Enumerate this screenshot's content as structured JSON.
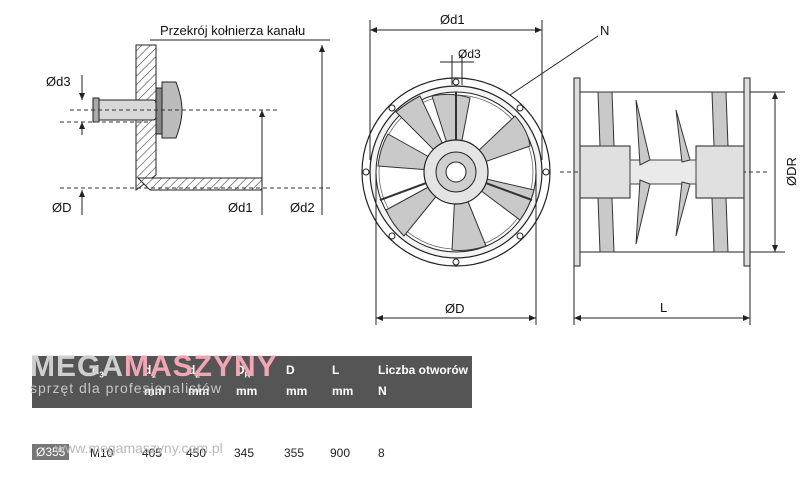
{
  "drawing": {
    "title_section": "Przekrój kołnierza kanału",
    "labels": {
      "d3_left": "Ød3",
      "D_left": "ØD",
      "d1_mid": "Ød1",
      "d2_mid": "Ød2",
      "d1_top": "Ød1",
      "d3_top": "Ød3",
      "N": "N",
      "D_bottom": "ØD",
      "DR_right": "ØDR",
      "L_bottom": "L"
    }
  },
  "watermark": {
    "logo_part1": "MEGA",
    "logo_part2": "MASZYNY",
    "tagline": "sprzęt dla profesjonalistów",
    "url": "www.megamaszyny.com.pl"
  },
  "table": {
    "headers": [
      {
        "main": "d",
        "sub": "3",
        "unit": ""
      },
      {
        "main": "d",
        "sub": "1",
        "unit": "mm"
      },
      {
        "main": "d",
        "sub": "2",
        "unit": "mm"
      },
      {
        "main": "D",
        "sub": "R",
        "unit": "mm"
      },
      {
        "main": "D",
        "sub": "",
        "unit": "mm"
      },
      {
        "main": "L",
        "sub": "",
        "unit": "mm"
      },
      {
        "main": "Liczba otworów",
        "sub": "",
        "unit": "N"
      }
    ],
    "row": [
      "Ø355",
      "M10",
      "405",
      "450",
      "345",
      "355",
      "900",
      "8"
    ]
  },
  "colors": {
    "header_bg": "#555555",
    "line": "#222222",
    "blade": "#c9c9c9"
  }
}
